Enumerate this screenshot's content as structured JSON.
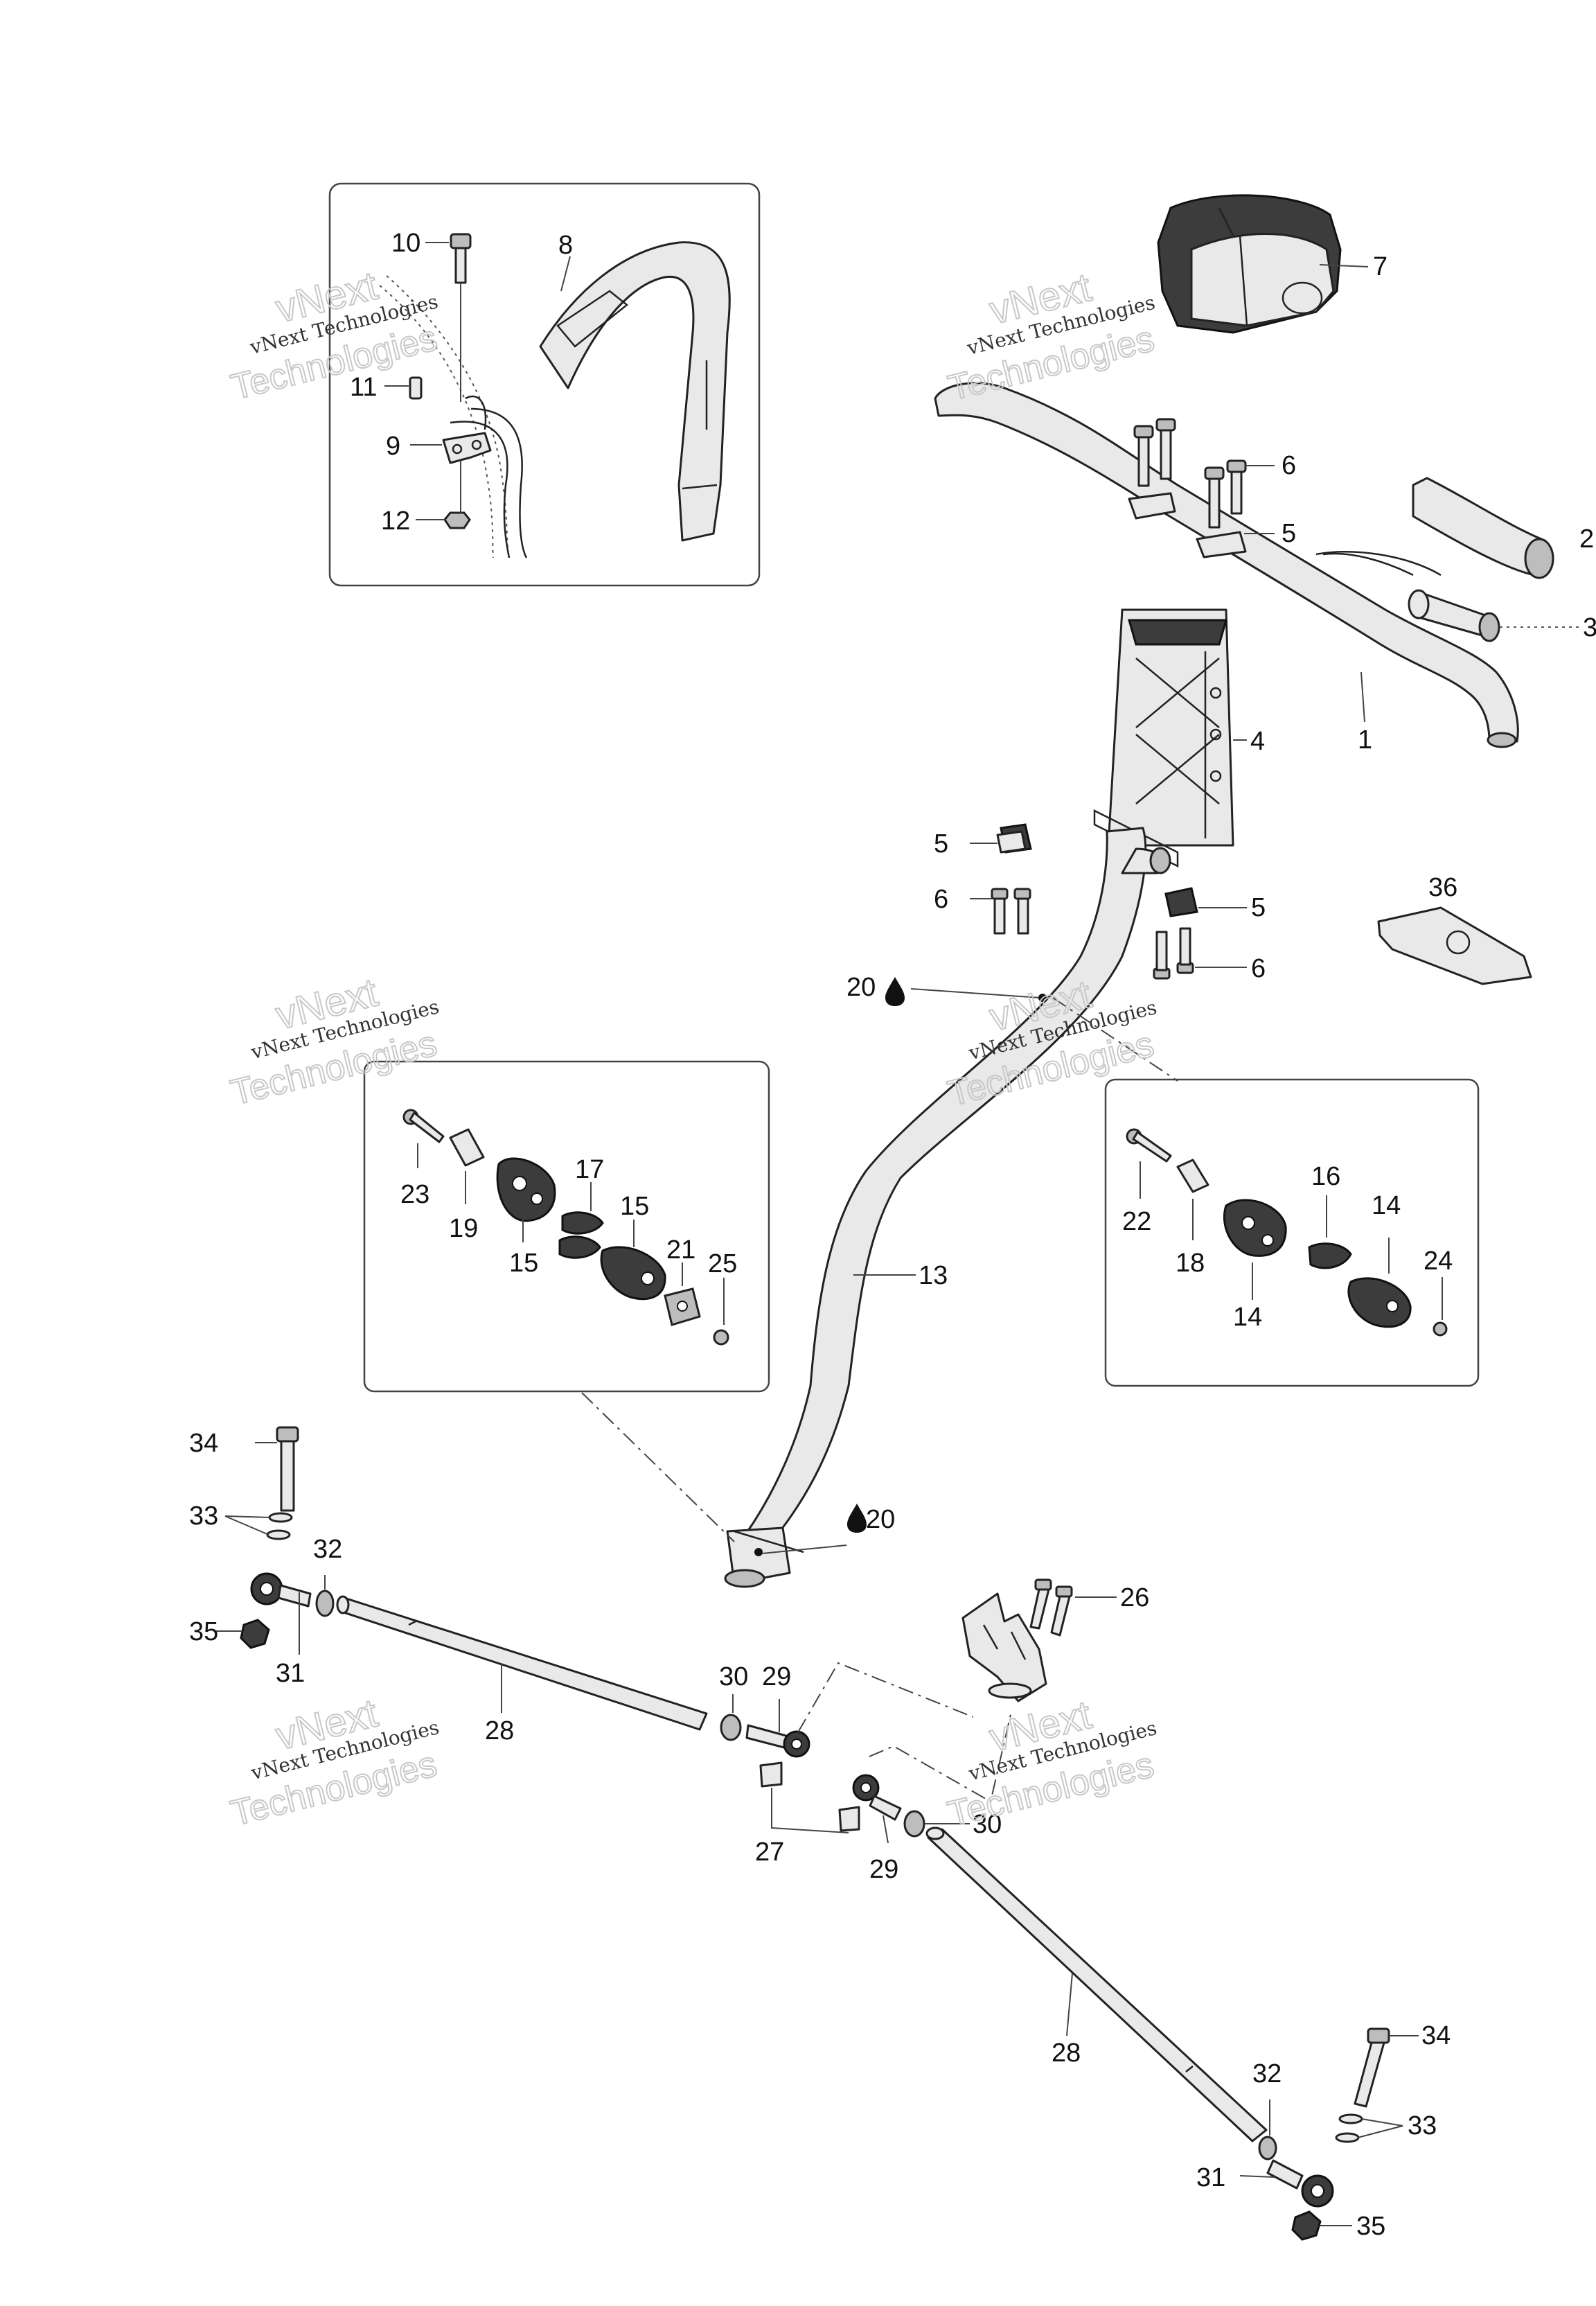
{
  "callouts": {
    "c1": "1",
    "c2": "2",
    "c3": "3",
    "c4": "4",
    "c5a": "5",
    "c5b": "5",
    "c5c": "5",
    "c6a": "6",
    "c6b": "6",
    "c6c": "6",
    "c7": "7",
    "c8": "8",
    "c9": "9",
    "c10": "10",
    "c11": "11",
    "c12": "12",
    "c13": "13",
    "c14a": "14",
    "c14b": "14",
    "c15a": "15",
    "c15b": "15",
    "c16": "16",
    "c17": "17",
    "c18": "18",
    "c19": "19",
    "c20a": "20",
    "c20b": "20",
    "c21": "21",
    "c22": "22",
    "c23": "23",
    "c24": "24",
    "c25": "25",
    "c26": "26",
    "c27": "27",
    "c28a": "28",
    "c28b": "28",
    "c29a": "29",
    "c29b": "29",
    "c30a": "30",
    "c30b": "30",
    "c31a": "31",
    "c31b": "31",
    "c32a": "32",
    "c32b": "32",
    "c33a": "33",
    "c33b": "33",
    "c34a": "34",
    "c34b": "34",
    "c35a": "35",
    "c35b": "35",
    "c36": "36"
  },
  "watermark": {
    "line1": "vNext",
    "line2": "vNext Technologies",
    "line3": "Technologies"
  },
  "colors": {
    "line": "#222222",
    "part_fill": "#e9e9e9",
    "dark_fill": "#3c3c3c",
    "watermark_outline": "#c8c8c8"
  },
  "icons": {
    "fluid_drop": "drop-icon"
  }
}
